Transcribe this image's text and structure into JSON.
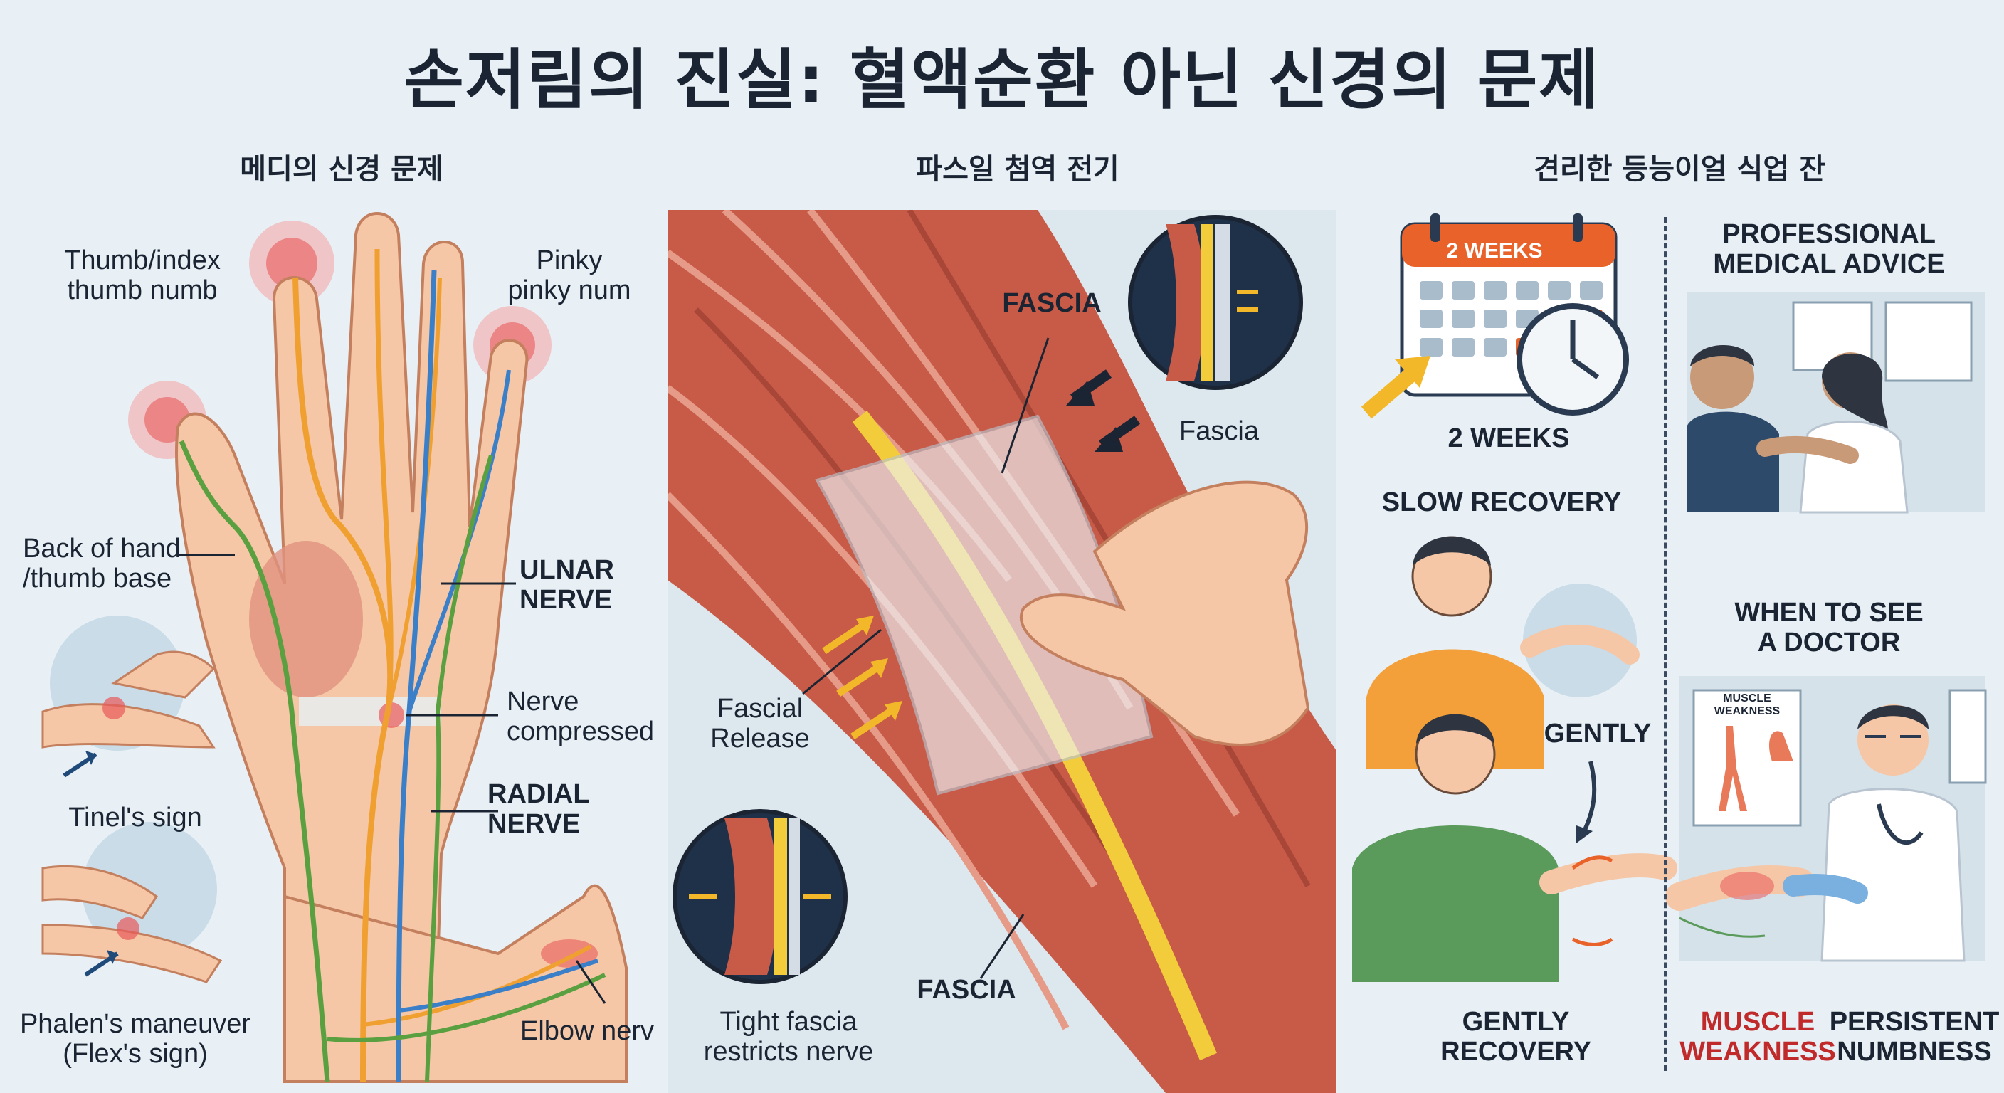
{
  "title": "손저림의 진실: 혈액순환 아닌 신경의 문제",
  "panels": {
    "left": {
      "title": "메디의 신경 문제",
      "labels": {
        "thumb": "Thumb/index\nthumb numb",
        "pinky": "Pinky\npinky num",
        "back_of_hand": "Back of hand\n/thumb base",
        "ulnar": "ULNAR\nNERVE",
        "compressed": "Nerve\ncompressed",
        "radial": "RADIAL\nNERVE",
        "tinel": "Tinel's sign",
        "phalen": "Phalen's maneuver\n(Flex's sign)",
        "elbow": "Elbow nerv"
      }
    },
    "middle": {
      "title": "파스일 첨역 전기",
      "labels": {
        "fascia_top": "FASCIA",
        "fascia_inset": "Fascia",
        "fascial_release": "Fascial\nRelease",
        "fascia_bottom": "FASCIA",
        "tight_fascia": "Tight fascia\nrestricts nerve"
      }
    },
    "right": {
      "title": "견리한 등능이얼 식업 잔",
      "labels": {
        "calendar_banner": "2 WEEKS",
        "two_weeks": "2 WEEKS",
        "slow_recovery": "SLOW RECOVERY",
        "gently": "GENTLY",
        "gently_recovery": "GENTLY\nRECOVERY",
        "professional": "PROFESSIONAL\nMEDICAL ADVICE",
        "when_doctor": "WHEN TO SEE\nA DOCTOR",
        "muscle_weakness_card": "MUSCLE WEAKNESS",
        "muscle_weakness": "MUSCLE\nWEAKNESS",
        "persistent": "PERSISTENT\nNUMBNESS"
      }
    }
  },
  "colors": {
    "background": "#e8f0f5",
    "median_nerve": "#f0a030",
    "ulnar_nerve": "#3a7fc8",
    "radial_nerve": "#5aa040",
    "muscle": "#c85a48",
    "fascia_yellow": "#f2cc3a",
    "alert_red": "#c02a2a"
  }
}
